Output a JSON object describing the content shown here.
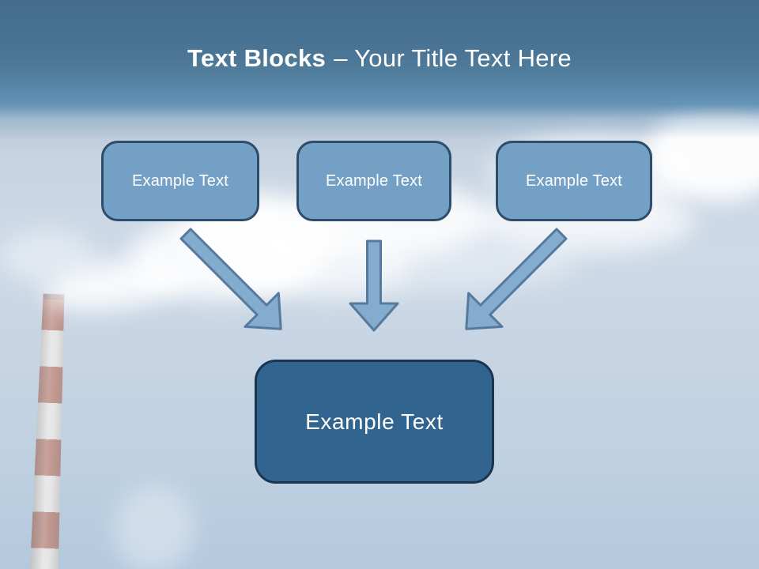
{
  "slide": {
    "title": {
      "bold_part": "Text Blocks",
      "regular_part": "– Your Title Text Here"
    },
    "text_blocks": [
      {
        "label": "Example Text"
      },
      {
        "label": "Example Text"
      },
      {
        "label": "Example Text"
      }
    ],
    "center_block": {
      "label": "Example Text"
    },
    "arrows": [
      {
        "icon": "arrow-down-right-icon"
      },
      {
        "icon": "arrow-down-icon"
      },
      {
        "icon": "arrow-down-left-icon"
      }
    ],
    "background": {
      "description_items": []
    },
    "colors": {
      "header_gradient_top": "#446d8d",
      "header_gradient_bottom": "#5b8cb1",
      "title_text": "#ffffff",
      "block_fill": "#73a0c4",
      "block_border": "#2e4d6b",
      "block_text": "#ffffff",
      "center_block_fill": "#31648f",
      "center_block_border": "#1b3450",
      "arrow_fill": "#84acce",
      "arrow_outline": "#567a9d",
      "chimney_red": "#c29287",
      "chimney_white": "#eae8e6"
    }
  }
}
